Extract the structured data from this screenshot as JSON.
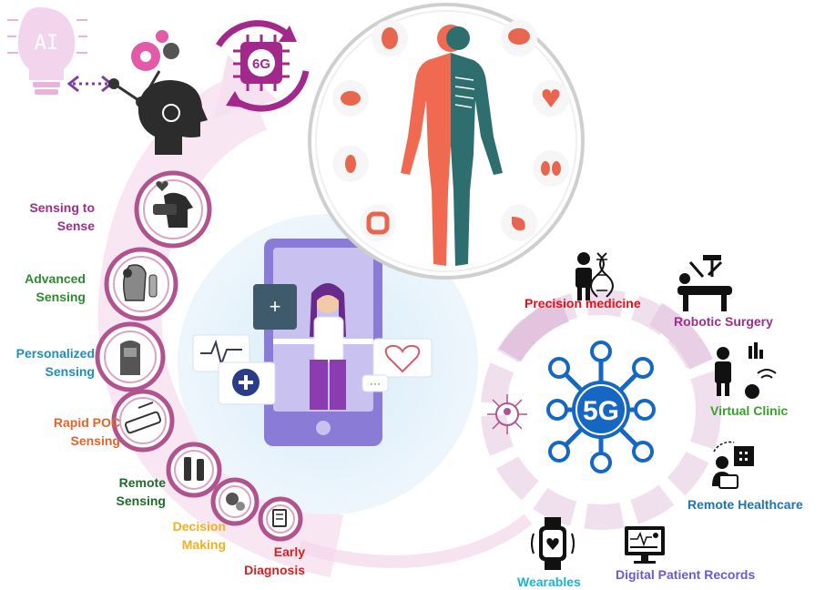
{
  "ai_label": "AI",
  "chip_label": "6G",
  "hub_label": "5G",
  "sensing_stages": [
    {
      "line1": "Sensing to",
      "line2": "Sense",
      "color": "#9c2f8a"
    },
    {
      "line1": "Advanced",
      "line2": "Sensing",
      "color": "#2f8a2f"
    },
    {
      "line1": "Personalized",
      "line2": "Sensing",
      "color": "#1f8fb8"
    },
    {
      "line1": "Rapid POC",
      "line2": "Sensing",
      "color": "#e2642a"
    },
    {
      "line1": "Remote",
      "line2": "Sensing",
      "color": "#1f6b2a"
    },
    {
      "line1": "Decision",
      "line2": "Making",
      "color": "#f2b01e"
    },
    {
      "line1": "Early",
      "line2": "Diagnosis",
      "color": "#d81e1e"
    }
  ],
  "applications": {
    "precision_medicine": {
      "label": "Precision medicine",
      "color": "#e0101a"
    },
    "robotic_surgery": {
      "label": "Robotic Surgery",
      "color": "#9c2f8a"
    },
    "virtual_clinic": {
      "label": "Virtual Clinic",
      "color": "#3aa02c"
    },
    "remote_healthcare": {
      "label": "Remote Healthcare",
      "color": "#1f74b8"
    },
    "digital_patient_records": {
      "label": "Digital Patient Records",
      "color": "#6a5ad0"
    },
    "wearables": {
      "label": "Wearables",
      "color": "#1ab3d6"
    }
  },
  "colors": {
    "pink_arc": "#f3d5ea",
    "purple": "#a3288c",
    "hub_blue": "#1667c4",
    "tablet_purple": "#8a7bd6",
    "tablet_light": "#c9c2f0"
  }
}
